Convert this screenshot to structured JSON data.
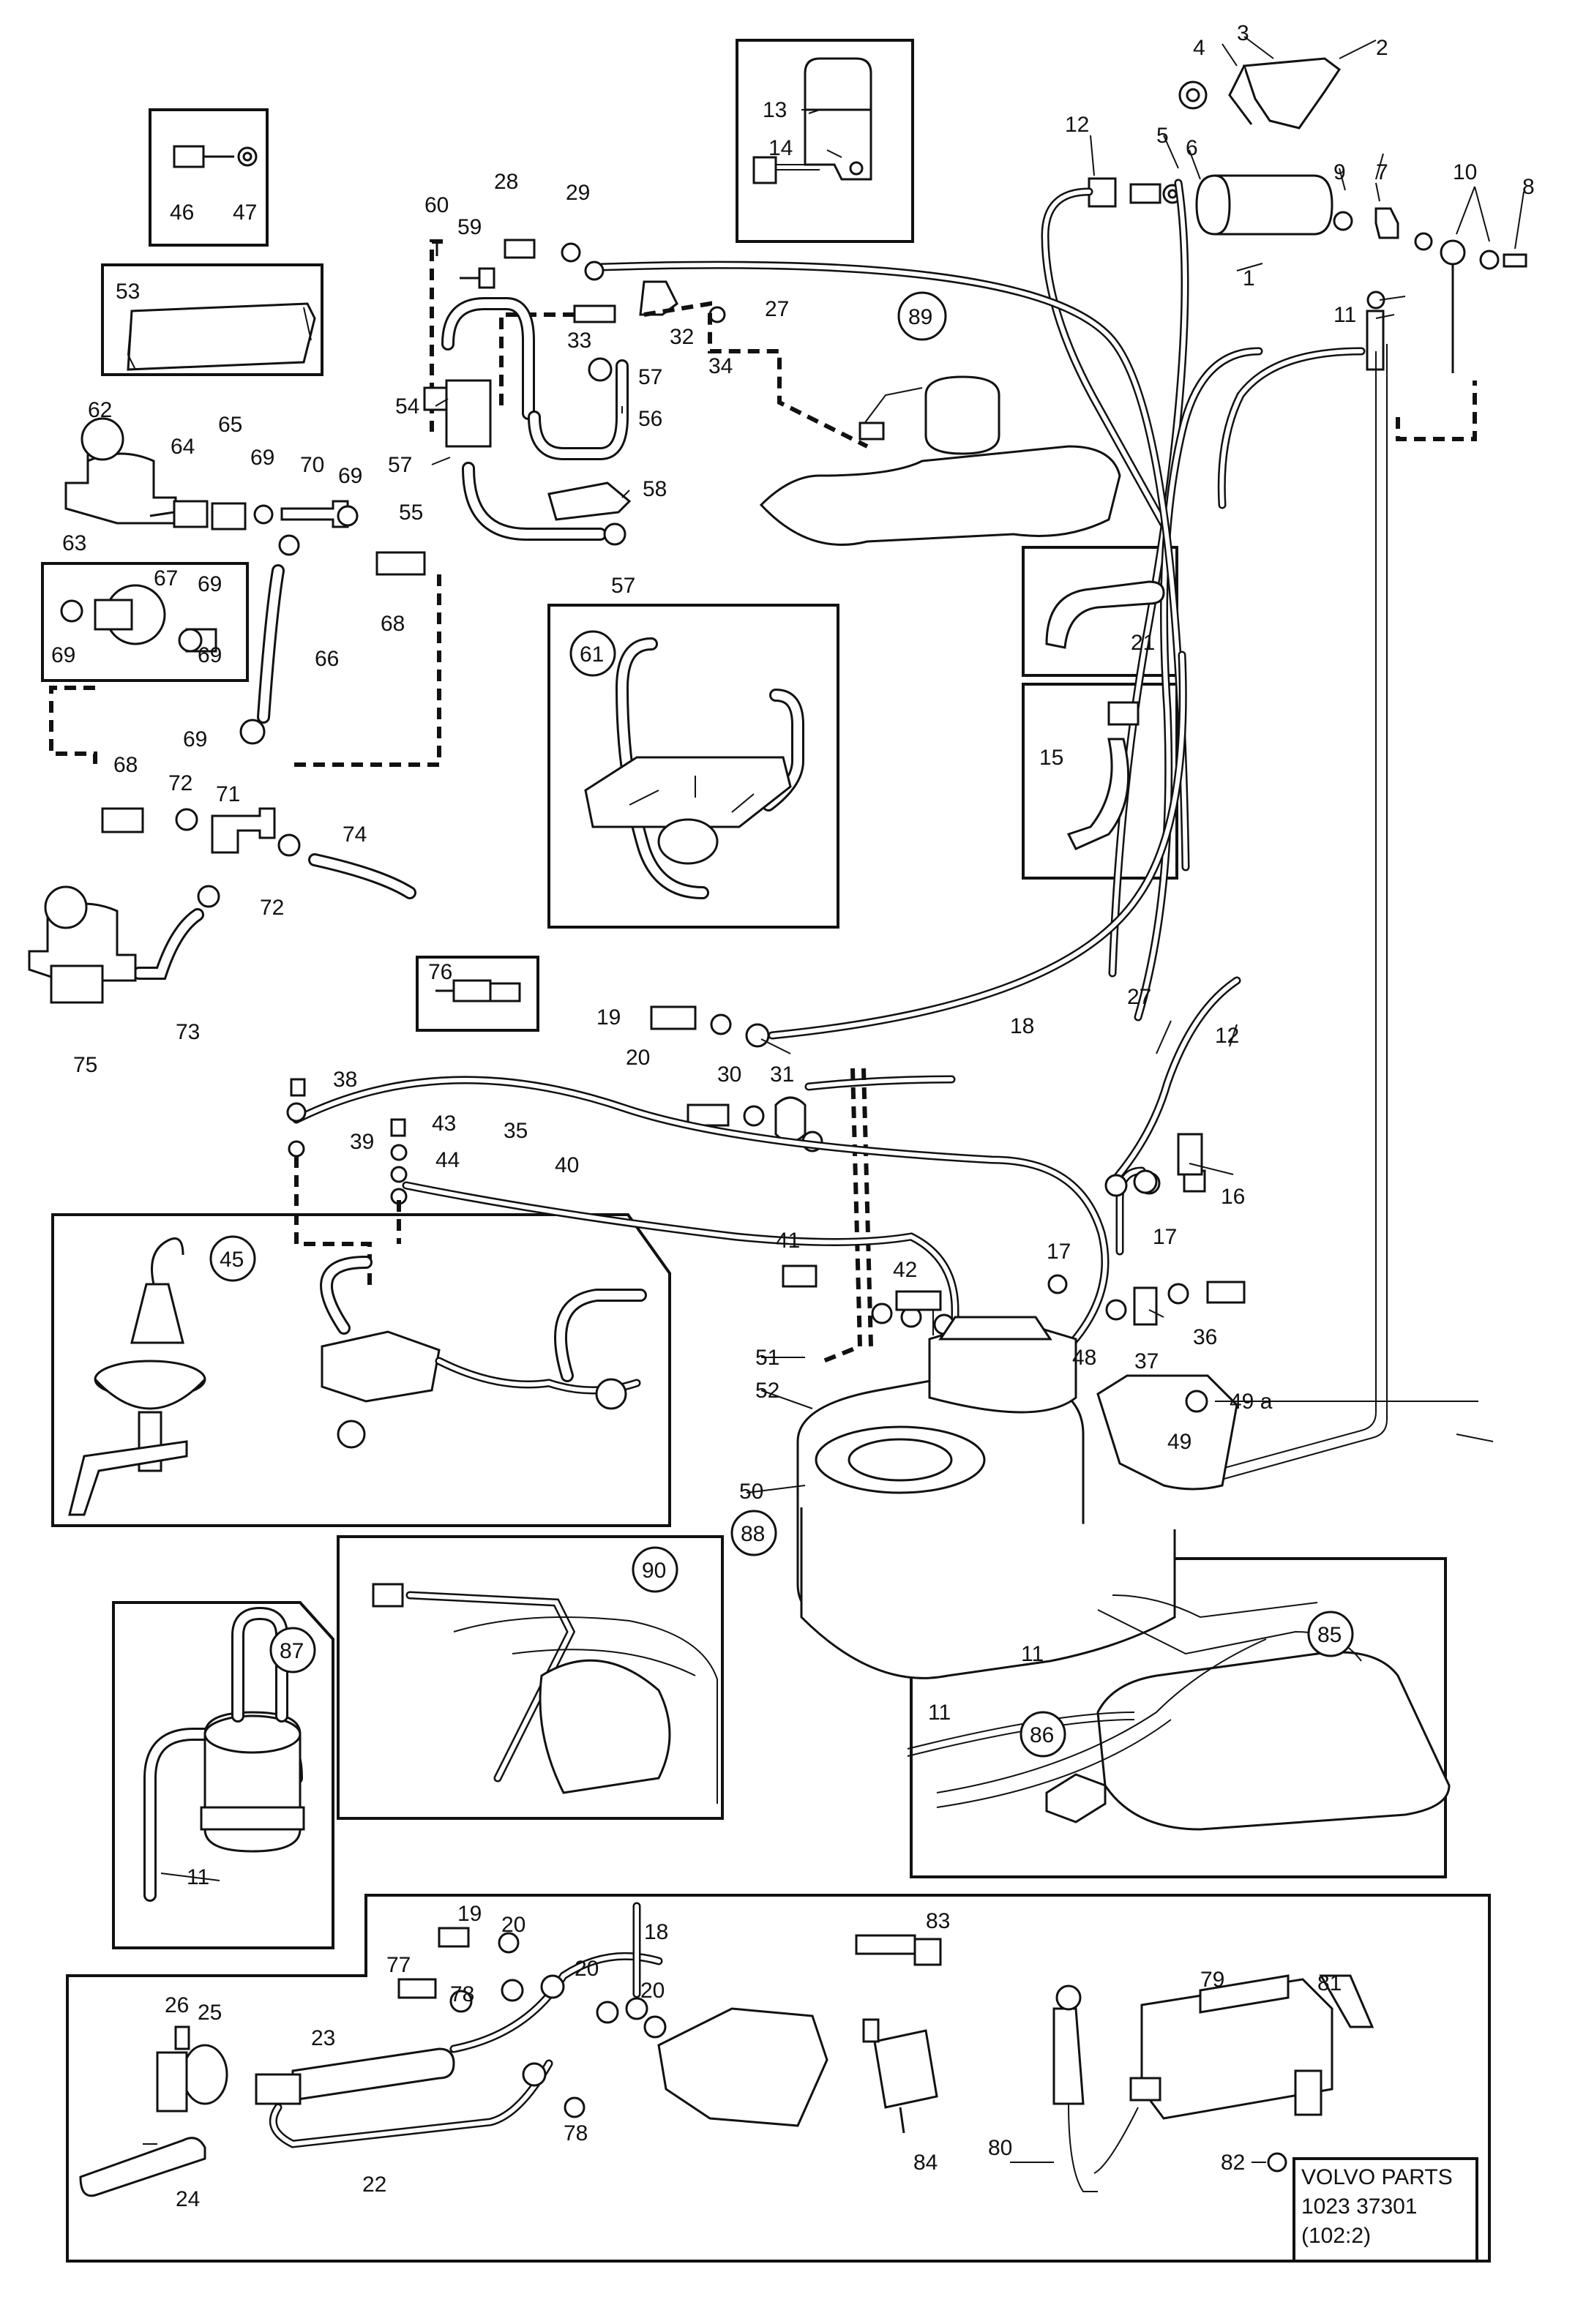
{
  "diagram": {
    "footer": {
      "brand": "VOLVO PARTS",
      "ref_number": "1023 37301",
      "ref_code": "(102:2)"
    },
    "labels": {
      "p1": "1",
      "p2": "2",
      "p3": "3",
      "p4": "4",
      "p5": "5",
      "p6": "6",
      "p7": "7",
      "p8": "8",
      "p9": "9",
      "p10": "10",
      "p11a": "11",
      "p11b": "11",
      "p11c": "11",
      "p11d": "11",
      "p12a": "12",
      "p12b": "12",
      "p13": "13",
      "p14": "14",
      "p15": "15",
      "p16": "16",
      "p17a": "17",
      "p17b": "17",
      "p18a": "18",
      "p18b": "18",
      "p19a": "19",
      "p19b": "19",
      "p20a": "20",
      "p20b": "20",
      "p20c": "20",
      "p20d": "20",
      "p21": "21",
      "p22": "22",
      "p23": "23",
      "p24": "24",
      "p25": "25",
      "p26": "26",
      "p27a": "27",
      "p27b": "27",
      "p28": "28",
      "p29": "29",
      "p30": "30",
      "p31": "31",
      "p32": "32",
      "p33": "33",
      "p34": "34",
      "p35": "35",
      "p36": "36",
      "p37": "37",
      "p38": "38",
      "p39": "39",
      "p40": "40",
      "p41": "41",
      "p42": "42",
      "p43": "43",
      "p44": "44",
      "p46": "46",
      "p47": "47",
      "p48": "48",
      "p49": "49",
      "p49a": "49 a",
      "p50": "50",
      "p51": "51",
      "p52": "52",
      "p53": "53",
      "p54": "54",
      "p55": "55",
      "p56": "56",
      "p57a": "57",
      "p57b": "57",
      "p57c": "57",
      "p58": "58",
      "p59": "59",
      "p60": "60",
      "p62": "62",
      "p63": "63",
      "p64": "64",
      "p65": "65",
      "p66": "66",
      "p67": "67",
      "p68a": "68",
      "p68b": "68",
      "p69a": "69",
      "p69b": "69",
      "p69c": "69",
      "p69d": "69",
      "p69e": "69",
      "p69f": "69",
      "p70": "70",
      "p71": "71",
      "p72a": "72",
      "p72b": "72",
      "p73": "73",
      "p74": "74",
      "p75": "75",
      "p76": "76",
      "p77": "77",
      "p78a": "78",
      "p78b": "78",
      "p79": "79",
      "p80": "80",
      "p81": "81",
      "p82": "82",
      "p83": "83",
      "p84": "84"
    },
    "circled": {
      "c45": "45",
      "c61": "61",
      "c85": "85",
      "c86": "86",
      "c87": "87",
      "c88": "88",
      "c89": "89",
      "c90": "90"
    }
  }
}
